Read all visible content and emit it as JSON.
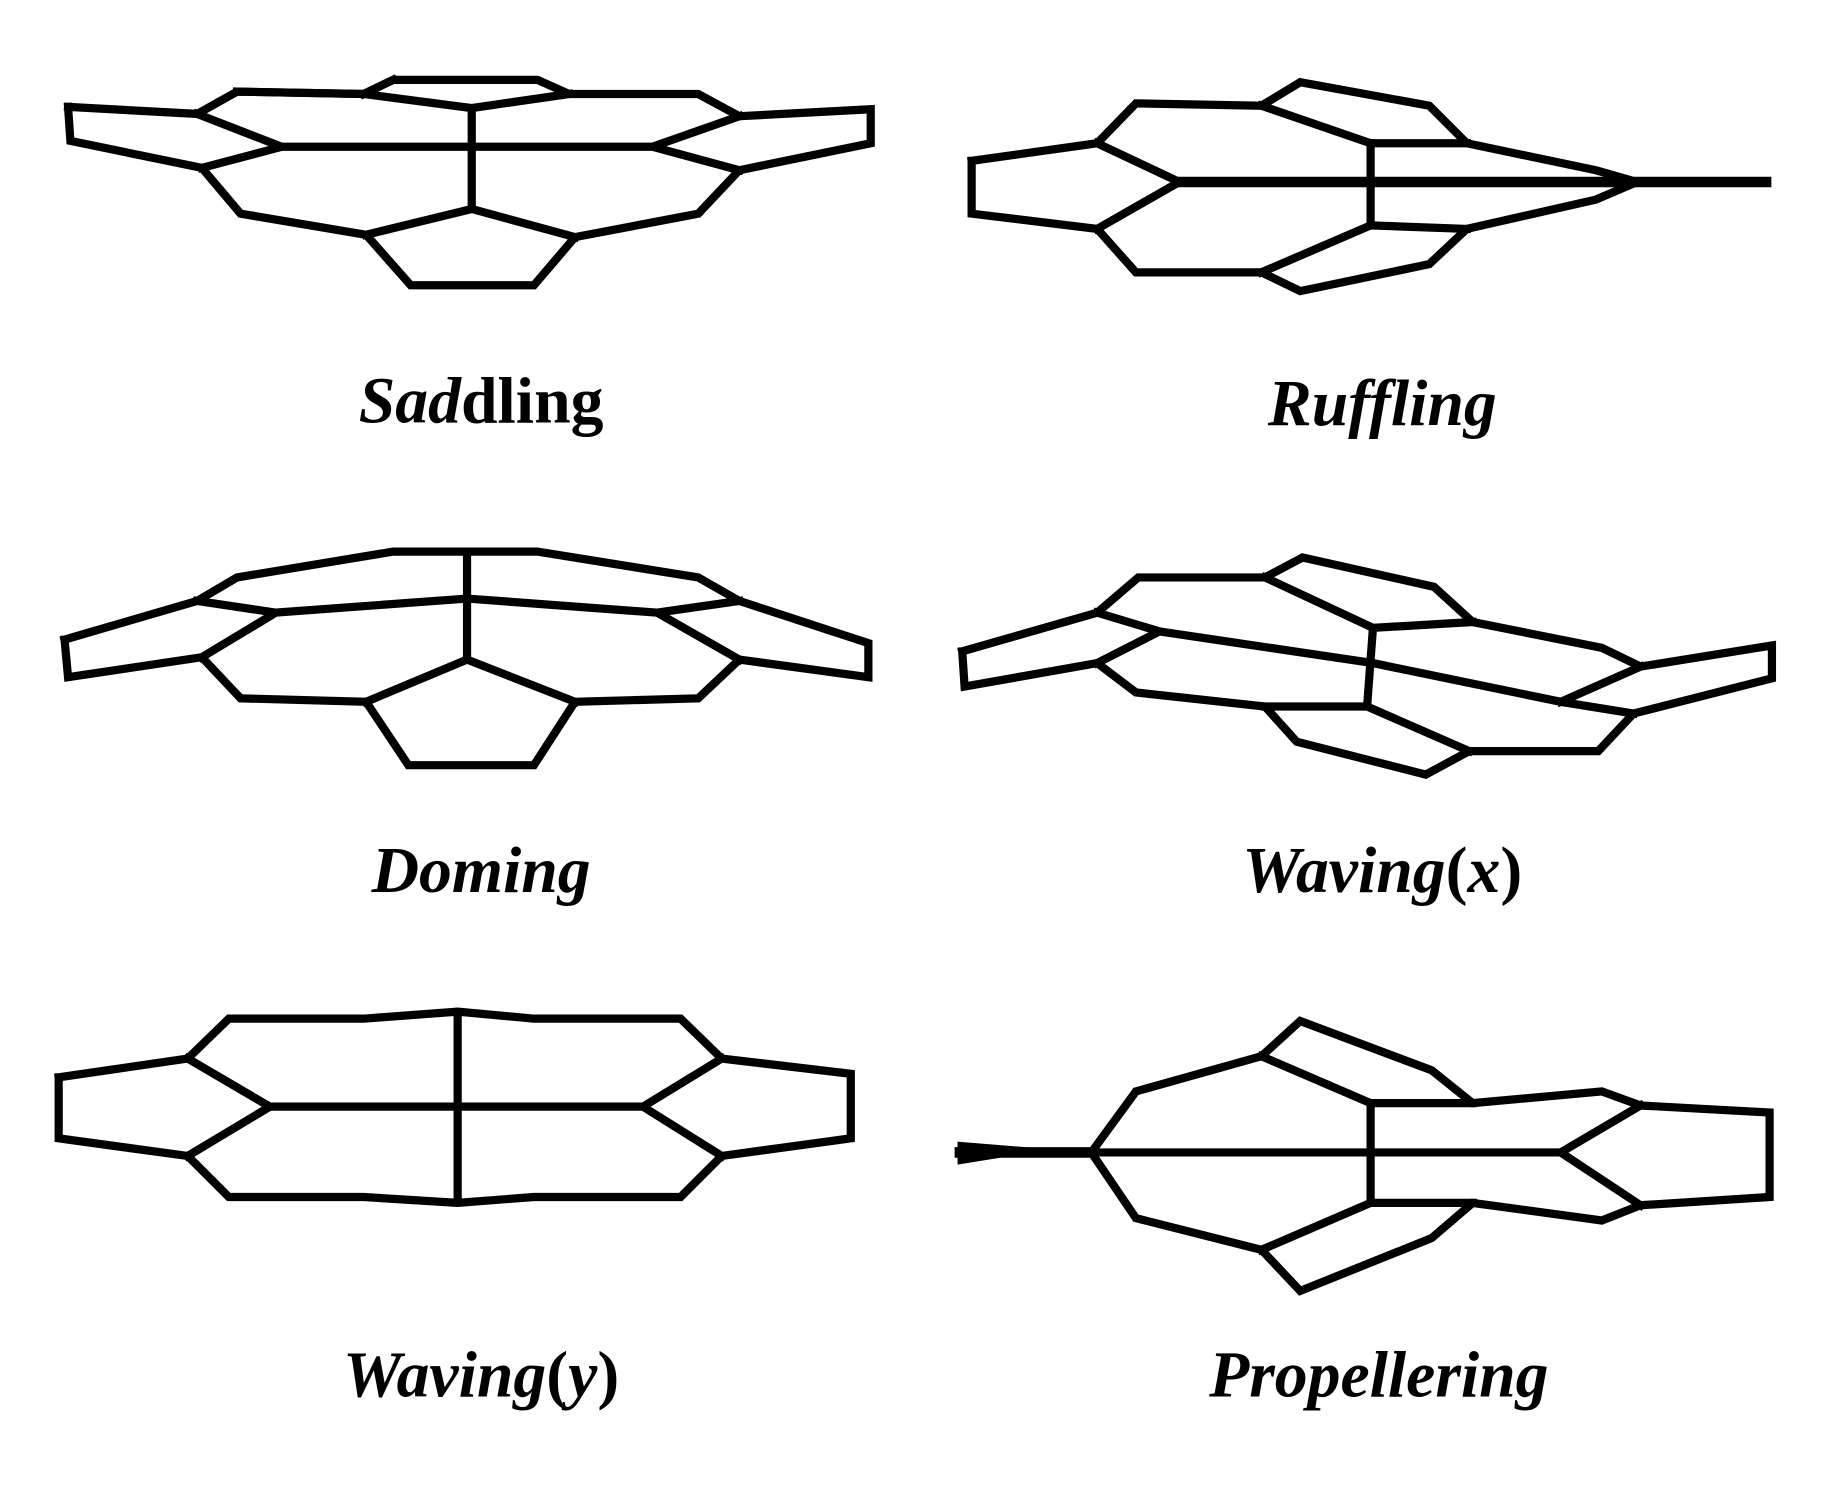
{
  "figure": {
    "background": "#ffffff",
    "stroke_color": "#000000",
    "panels": [
      {
        "id": "saddling",
        "label_parts": [
          {
            "text": "Sad",
            "italic": true
          },
          {
            "text": "dling",
            "italic": false
          }
        ]
      },
      {
        "id": "ruffling",
        "label_parts": [
          {
            "text": "Ruffling",
            "italic": true
          }
        ]
      },
      {
        "id": "doming",
        "label_parts": [
          {
            "text": "Doming",
            "italic": true
          }
        ]
      },
      {
        "id": "waving-x",
        "label_parts": [
          {
            "text": "Waving",
            "italic": true
          },
          {
            "text": "(",
            "italic": false
          },
          {
            "text": "x",
            "italic": true
          },
          {
            "text": ")",
            "italic": false
          }
        ]
      },
      {
        "id": "waving-y",
        "label_parts": [
          {
            "text": "Waving",
            "italic": true
          },
          {
            "text": "(",
            "italic": false
          },
          {
            "text": "y",
            "italic": true
          },
          {
            "text": ")",
            "italic": false
          }
        ]
      },
      {
        "id": "propellering",
        "label_parts": [
          {
            "text": "Propellering",
            "italic": true
          }
        ]
      }
    ]
  }
}
